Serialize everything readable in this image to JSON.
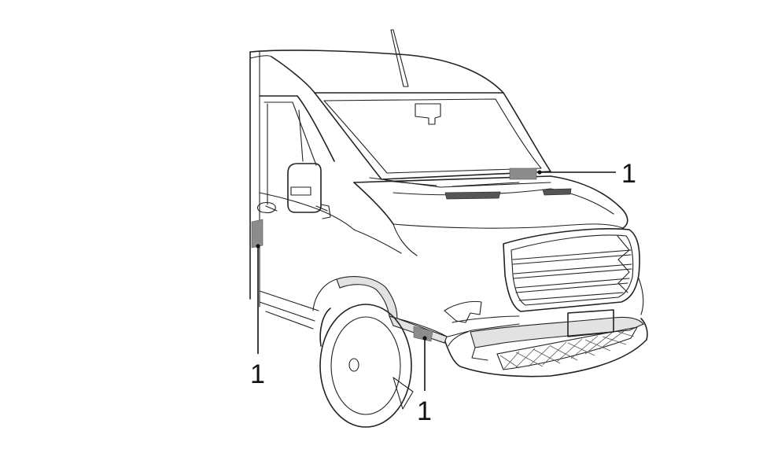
{
  "diagram": {
    "callouts": [
      {
        "id": "windshield",
        "label": "1"
      },
      {
        "id": "door-pillar",
        "label": "1"
      },
      {
        "id": "front-fender",
        "label": "1"
      }
    ]
  }
}
